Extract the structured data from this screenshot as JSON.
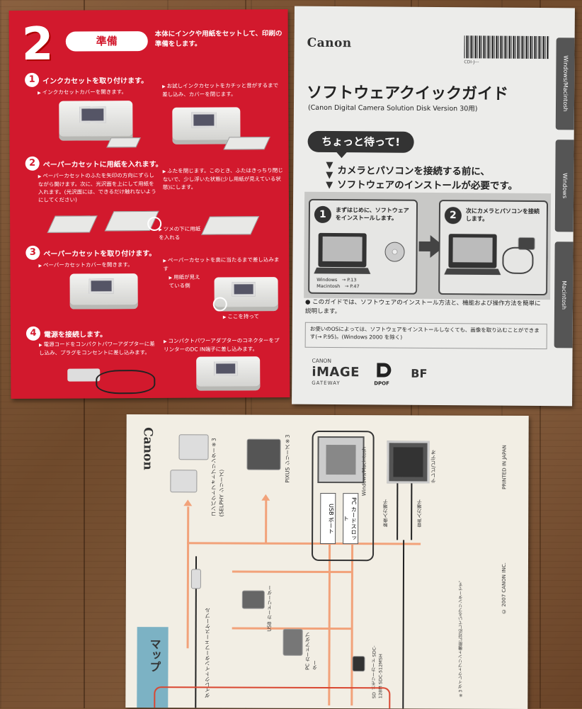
{
  "red_card": {
    "step_number": "2",
    "step_title": "準備",
    "intro": "本体にインクや用紙をセットして、印刷の準備をします。",
    "steps": [
      {
        "num": "1",
        "title": "インクカセットを取り付けます。",
        "note_left": "インクカセットカバーを開きます。",
        "note_right": "お試しインクカセットをカチッと音がするまで差し込み、カバーを閉じます。"
      },
      {
        "num": "2",
        "title": "ペーパーカセットに用紙を入れます。",
        "note_left": "ペーパーカセットのふたを矢印の方向にずらしながら開けます。次に、光沢面を上にして用紙を入れます。(光沢面には、できるだけ触れないようにしてください)",
        "note_right": "ふたを閉じます。このとき、ふたはきっちり閉じないで、少し浮いた状態(少し用紙が見えている状態)にします。",
        "callout": "ツメの下に用紙を入れる"
      },
      {
        "num": "3",
        "title": "ペーパーカセットを取り付けます。",
        "note_left": "ペーパーカセットカバーを開きます。",
        "note_right": "ペーパーカセットを奥に当たるまで差し込みます",
        "callout_a": "用紙が見えている側",
        "callout_b": "ここを持って"
      },
      {
        "num": "4",
        "title": "電源を接続します。",
        "note_left": "電源コードをコンパクトパワーアダプターに差し込み、プラグをコンセントに差し込みます。",
        "note_right": "コンパクトパワーアダプターのコネクターをプリンターのDC IN端子に差し込みます。"
      }
    ]
  },
  "guide": {
    "brand": "Canon",
    "barcode_number": "CDI-J---",
    "tabs": [
      "Windows/Macintosh",
      "Windows",
      "Macintosh"
    ],
    "title": "ソフトウェアクイックガイド",
    "subtitle": "(Canon Digital Camera Solution Disk Version 30用)",
    "wait_label": "ちょっと待って!",
    "warning_line1": "カメラとパソコンを接続する前に、",
    "warning_line2": "ソフトウェアのインストールが必要です。",
    "panel1_num": "1",
    "panel1_text": "まずはじめに、ソフトウェアをインストールします。",
    "panel1_os_win": "Windows　→ P.13",
    "panel1_os_mac": "Macintosh　→ P.47",
    "panel2_num": "2",
    "panel2_text": "次にカメラとパソコンを接続します。",
    "bullet_note": "このガイドでは、ソフトウェアのインストール方法と、機能および操作方法を簡単に説明します。",
    "os_note": "お使いのOSによっては、ソフトウェアをインストールしなくても、画像を取り込むことができます(→ P.95)。(Windows 2000 を除く)",
    "brand_canon_small": "CANON",
    "brand_image": "iMAGE",
    "brand_gateway": "GATEWAY",
    "dpof_label": "DPOF",
    "bf_label": "BF"
  },
  "map": {
    "brand": "Canon",
    "compact_printer": "コンパクトフォトプリンター※3 (SELPHY シリーズ)",
    "pixus": "PIXUS シリーズ※3",
    "pc_label": "Windows/Macintosh",
    "usb_port": "USB ポート",
    "pc_card_slot": "PC カードスロット",
    "tv": "テレビ/ビデオ",
    "video_in": "映像入力端子",
    "audio_in": "音声入力端子",
    "direct_cable": "ダイレクトインターフェースケーブル",
    "usb_card_reader": "USB カードリーダー",
    "pc_card_adapter": "PC カードアダプター",
    "sd_card": "SD メモリーカード SDC-128M SDC-512MSH",
    "copyright": "© 2007 CANON INC.",
    "printed": "PRINTED IN JAPAN",
    "side_label": "マップ",
    "footnote": "※3 ダイレクトプリント機能に対応しているプリンターです。"
  },
  "colors": {
    "red_card": "#d2192d",
    "guide_grey": "#ececea",
    "map_paper": "#f2eee4",
    "map_orange": "#f2a27a",
    "map_blue": "#7cb2c4"
  }
}
